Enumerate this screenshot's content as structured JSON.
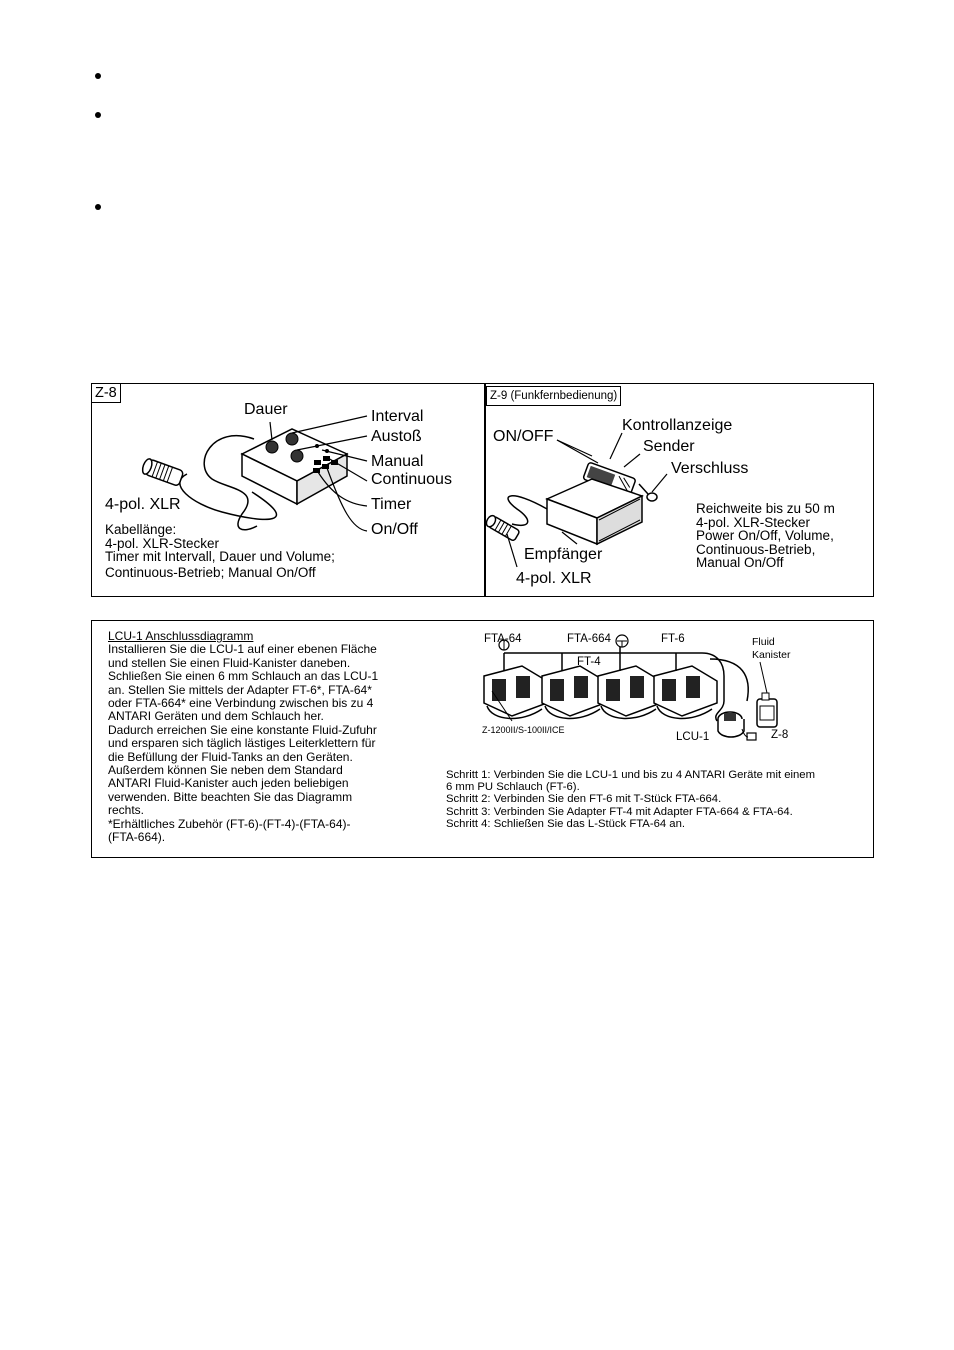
{
  "z8": {
    "tag": "Z-8",
    "labels": {
      "dauer": "Dauer",
      "interval": "Interval",
      "ausstoss": "Austoß",
      "manual": "Manual",
      "continuous": "Continuous",
      "timer": "Timer",
      "onoff": "On/Off",
      "xlr": "4-pol. XLR"
    },
    "description": [
      "Kabellänge:",
      "4-pol. XLR-Stecker",
      "Timer mit Intervall, Dauer und Volume;",
      "Continuous-Betrieb; Manual On/Off"
    ]
  },
  "z9": {
    "tag": "Z-9 (Funkfernbedienung)",
    "labels": {
      "onoff": "ON/OFF",
      "kontrollanzeige": "Kontrollanzeige",
      "sender": "Sender",
      "verschluss": "Verschluss",
      "empfaenger": "Empfänger",
      "xlr": "4-pol. XLR"
    },
    "description": [
      "Reichweite bis zu 50 m",
      "4-pol. XLR-Stecker",
      "Power On/Off, Volume,",
      "Continuous-Betrieb,",
      "Manual On/Off"
    ]
  },
  "lcu": {
    "title": "LCU-1 Anschlussdiagramm",
    "body": [
      "Installieren Sie die LCU-1 auf einer ebenen Fläche",
      "und stellen Sie einen Fluid-Kanister daneben.",
      "Schließen Sie einen 6 mm Schlauch an das LCU-1",
      "an. Stellen Sie mittels der Adapter FT-6*, FTA-64*",
      "oder FTA-664* eine Verbindung zwischen bis zu 4",
      "ANTARI Geräten und dem Schlauch her.",
      "Dadurch erreichen Sie eine konstante Fluid-Zufuhr",
      "und ersparen sich täglich lästiges Leiterklettern für",
      "die Befüllung der Fluid-Tanks an den Geräten.",
      "Außerdem können Sie neben dem Standard",
      "ANTARI Fluid-Kanister auch jeden beliebigen",
      "verwenden. Bitte beachten Sie das Diagramm",
      "rechts.",
      "*Erhältliches Zubehör (FT-6)-(FT-4)-(FTA-64)-",
      "(FTA-664)."
    ],
    "diagram_labels": {
      "fta64": "FTA-64",
      "fta664": "FTA-664",
      "ft6": "FT-6",
      "ft4": "FT-4",
      "fluid": "Fluid",
      "kanister": "Kanister",
      "model": "Z-1200II/S-100II/ICE",
      "lcu1": "LCU-1",
      "z8": "Z-8"
    },
    "steps": [
      "Schritt 1: Verbinden Sie die LCU-1 und bis zu 4 ANTARI Geräte mit einem",
      "6 mm PU Schlauch (FT-6).",
      "Schritt 2: Verbinden Sie den FT-6 mit T-Stück FTA-664.",
      "Schritt 3: Verbinden Sie Adapter FT-4 mit Adapter FTA-664 & FTA-64.",
      "Schritt 4: Schließen Sie das L-Stück FTA-64 an."
    ]
  }
}
